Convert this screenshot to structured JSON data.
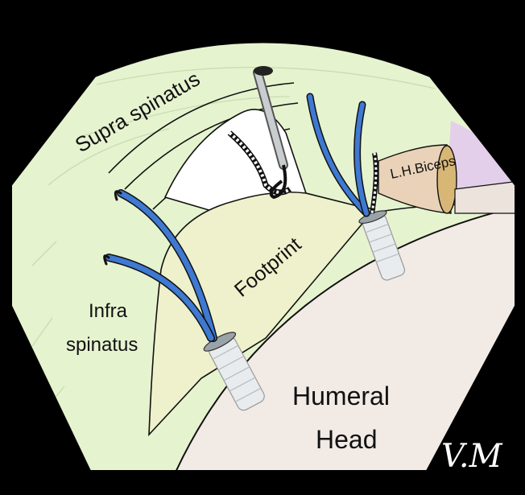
{
  "labels": {
    "supraspinatus": "Supra spinatus",
    "infraspinatus_line1": "Infra",
    "infraspinatus_line2": "spinatus",
    "footprint": "Footprint",
    "biceps": "L.H.Biceps",
    "humeral_line1": "Humeral",
    "humeral_line2": "Head",
    "signature": "V.M"
  },
  "colors": {
    "background": "#000000",
    "tendon": "#E6F3CF",
    "footprint": "#EEF1CB",
    "bone": "#F1EAE5",
    "suture": "#3E79D2",
    "anchor": "#E8ECEE",
    "biceps": "#E9D2B8",
    "muscle_purple": "#E4CFEA"
  }
}
